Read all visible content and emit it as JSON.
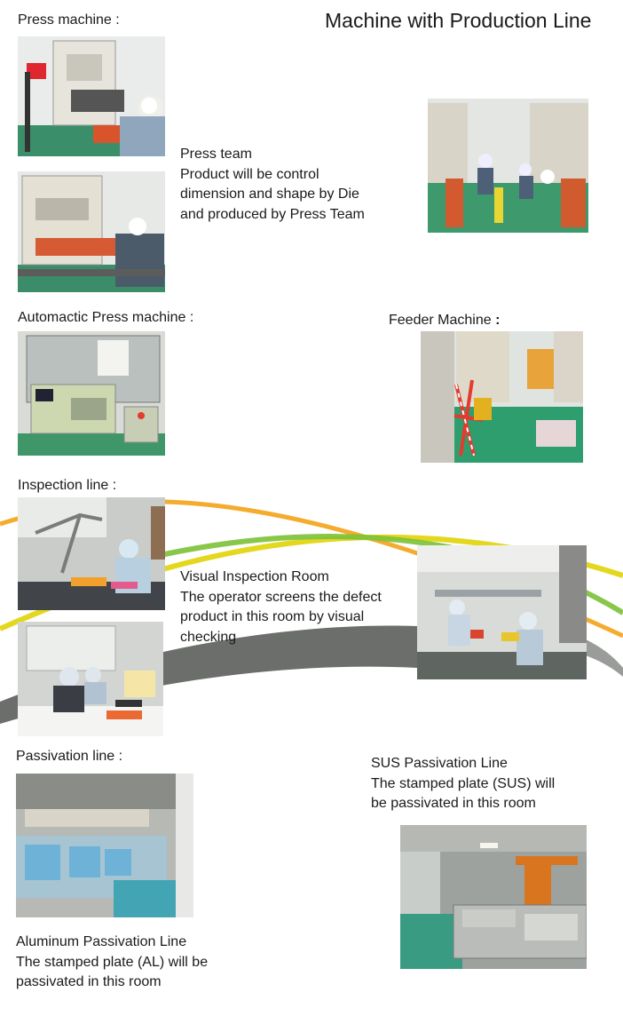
{
  "title": "Machine with Production Line",
  "sections": {
    "press": {
      "label": "Press machine :",
      "caption": [
        "Press team",
        "Product will be control",
        "dimension and shape by Die",
        "and produced by Press Team"
      ]
    },
    "auto_press": {
      "label": "Automactic Press machine :"
    },
    "feeder": {
      "label": "Feeder Machine",
      "colon": ":"
    },
    "inspection": {
      "label": "Inspection line :",
      "caption": [
        "Visual Inspection Room",
        "The operator screens the defect",
        "product in this room by visual",
        "checking"
      ]
    },
    "passivation": {
      "label": "Passivation line :",
      "aluminum_caption": [
        "Aluminum Passivation Line",
        "The stamped plate (AL) will be",
        "passivated in this room"
      ],
      "sus_caption": [
        "SUS Passivation Line",
        "The stamped plate (SUS) will",
        "be passivated in this room"
      ]
    }
  },
  "colors": {
    "swoosh_orange": "#f4a623",
    "swoosh_yellow": "#e8d71d",
    "swoosh_green": "#6dbb2e",
    "swoosh_gray": "#6c6e6b",
    "floor_green": "#2f9e6e"
  }
}
